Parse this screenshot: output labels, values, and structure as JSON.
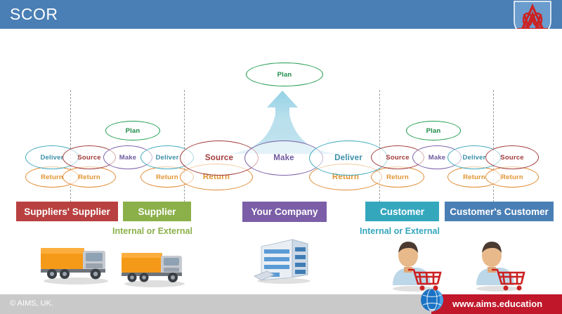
{
  "header": {
    "title": "SCOR",
    "logo_icon": "aims-shield-logo",
    "bg_color": "#4a7fb5"
  },
  "diagram": {
    "colors": {
      "deliver": "#3fa9bd",
      "source": "#a23a3a",
      "make": "#7a5fa8",
      "return": "#e08a33",
      "plan": "#1a9a4a"
    },
    "plan_nodes": [
      {
        "label": "Plan"
      },
      {
        "label": "Plan"
      },
      {
        "label": "Plan"
      }
    ],
    "process_nodes": [
      {
        "label": "Deliver"
      },
      {
        "label": "Source"
      },
      {
        "label": "Make"
      },
      {
        "label": "Deliver"
      },
      {
        "label": "Source"
      },
      {
        "label": "Make"
      },
      {
        "label": "Deliver"
      },
      {
        "label": "Source"
      },
      {
        "label": "Make"
      },
      {
        "label": "Deliver"
      },
      {
        "label": "Source"
      }
    ],
    "return_nodes": [
      {
        "label": "Return"
      },
      {
        "label": "Return"
      },
      {
        "label": "Return"
      },
      {
        "label": "Return"
      },
      {
        "label": "Return"
      },
      {
        "label": "Return"
      },
      {
        "label": "Return"
      }
    ],
    "entities": [
      {
        "label": "Suppliers' Supplier",
        "color": "#b94040"
      },
      {
        "label": "Supplier",
        "color": "#8bb04a"
      },
      {
        "label": "Your Company",
        "color": "#7b5ea7"
      },
      {
        "label": "Customer",
        "color": "#35a7bd"
      },
      {
        "label": "Customer's Customer",
        "color": "#4a7fb5"
      }
    ],
    "notes": [
      {
        "label": "Internal or External",
        "color": "#8bb04a"
      },
      {
        "label": "Internal or External",
        "color": "#35a7bd"
      }
    ],
    "artwork": [
      {
        "name": "delivery-truck-icon"
      },
      {
        "name": "delivery-truck-icon"
      },
      {
        "name": "office-building-icon"
      },
      {
        "name": "customer-shopper-icon"
      },
      {
        "name": "customer-shopper-icon"
      }
    ]
  },
  "footer": {
    "copyright": "© AIMS, UK.",
    "url": "www.aims.education",
    "globe_icon": "globe-icon",
    "bar_color": "#c0172a"
  }
}
